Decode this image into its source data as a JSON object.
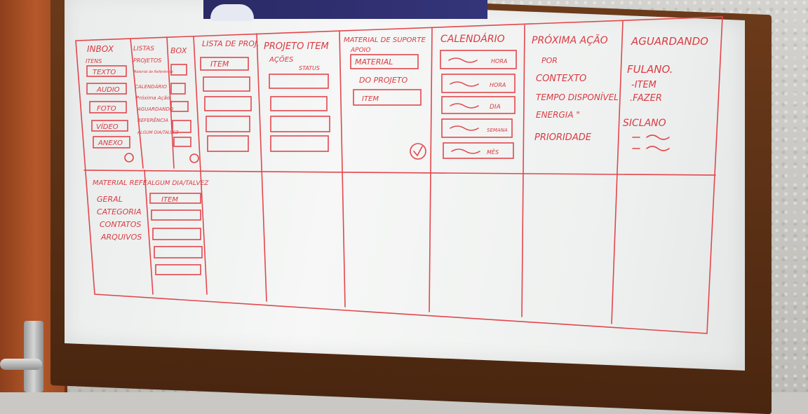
{
  "board": {
    "columns": [
      {
        "title": "INBOX",
        "sub": "ITENS",
        "items": [
          "TEXTO",
          "AUDIO",
          "FOTO",
          "VÍDEO",
          "ANEXO"
        ]
      },
      {
        "title": "LISTAS",
        "sub": "PROJETOS",
        "items": [
          "Material de Referência",
          "CALENDÁRIO",
          "Próxima Ação",
          "AGUARDANDO",
          "REFERÊNCIA",
          "ALGUM DIA/TALVEZ"
        ]
      },
      {
        "title": "LISTA DE PROJ.",
        "items": [
          "ITEM"
        ]
      },
      {
        "title": "PROJETO ITEM",
        "sub": "AÇÕES",
        "status": "STATUS"
      },
      {
        "title": "MATERIAL DE SUPORTE",
        "sub": "APOIO",
        "items": [
          "MATERIAL",
          "DO PROJETO",
          "ITEM"
        ]
      },
      {
        "title": "CALENDÁRIO",
        "items": [
          "HORA",
          "HORA",
          "DIA",
          "SEMANA",
          "MÊS"
        ]
      },
      {
        "title": "PRÓXIMA AÇÃO",
        "items": [
          "POR",
          "CONTEXTO",
          "TEMPO DISPONÍVEL",
          "ENERGIA \"",
          "PRIORIDADE"
        ]
      },
      {
        "title": "AGUARDANDO",
        "items": [
          "FULANO.",
          "-ITEM",
          ".FAZER",
          "SICLANO"
        ]
      }
    ],
    "bottom": [
      {
        "title": "MATERIAL REFE",
        "items": [
          "GERAL",
          "CATEGORIA",
          "CONTATOS",
          "ARQUIVOS"
        ]
      },
      {
        "title": "ALGUM DIA/TALVEZ",
        "items": [
          "ITEM"
        ]
      }
    ],
    "inbox_extra": "BOX"
  }
}
